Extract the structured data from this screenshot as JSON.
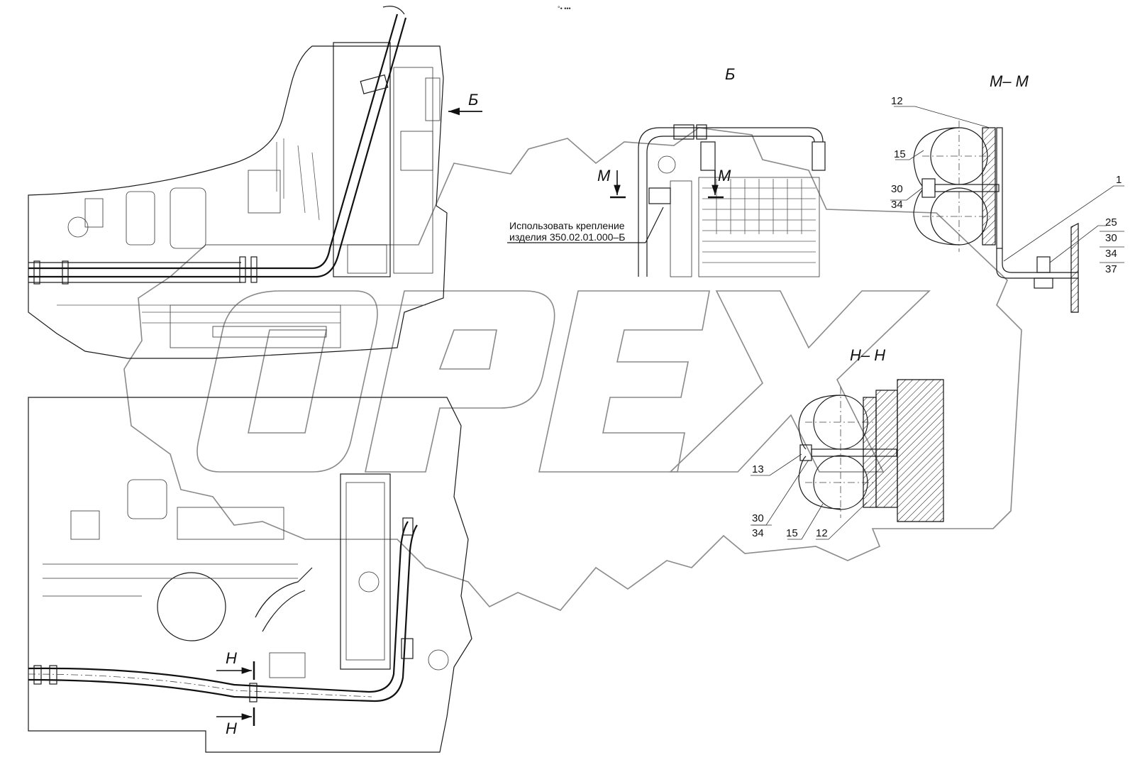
{
  "header": {
    "top_mark": "°• •••"
  },
  "watermark": {
    "letters": [
      "O",
      "P",
      "E",
      "X"
    ]
  },
  "view_b": {
    "title": "Б",
    "arrow_label": "Б",
    "section_mark_left": "М",
    "section_mark_right": "М",
    "note_line1": "Использовать крепление",
    "note_line2": "изделия 350.02.01.000–Б"
  },
  "section_mm": {
    "title": "М– М",
    "callouts": {
      "c12": "12",
      "c15": "15",
      "c30": "30",
      "c34": "34",
      "c1": "1",
      "c25": "25",
      "c30b": "30",
      "c34b": "34",
      "c37": "37"
    }
  },
  "section_nn": {
    "title": "Н– Н",
    "callouts": {
      "c13": "13",
      "c30": "30",
      "c34": "34",
      "c15": "15",
      "c12": "12"
    }
  },
  "main_view": {
    "section_mark_top": "Н",
    "section_mark_bottom": "Н"
  }
}
